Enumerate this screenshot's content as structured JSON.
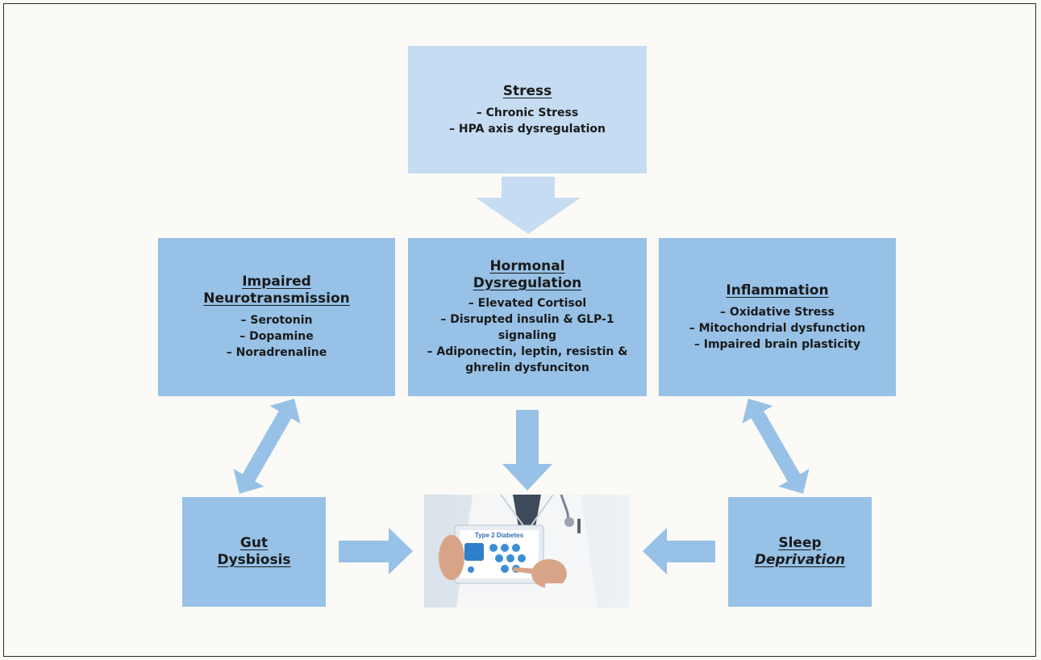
{
  "stress": {
    "title": "Stress",
    "items": [
      "– Chronic Stress",
      "– HPA axis dysregulation"
    ]
  },
  "neuro": {
    "title_line1": "Impaired",
    "title_line2": "Neurotransmission",
    "items": [
      "– Serotonin",
      "– Dopamine",
      "– Noradrenaline"
    ]
  },
  "hormonal": {
    "title_line1": "Hormonal",
    "title_line2": "Dysregulation",
    "items": [
      "– Elevated Cortisol",
      "– Disrupted insulin & GLP-1",
      "signaling",
      "– Adiponectin, leptin, resistin &",
      "ghrelin dysfunciton"
    ]
  },
  "inflammation": {
    "title": "Inflammation",
    "items": [
      "– Oxidative Stress",
      "– Mitochondrial dysfunction",
      "– Impaired brain plasticity"
    ]
  },
  "gut": {
    "title_line1": "Gut",
    "title_line2": "Dysbiosis"
  },
  "sleep": {
    "title_line1": "Sleep",
    "title_line2": "Deprivation"
  },
  "photo": {
    "tablet_label": "Type 2 Diabetes"
  },
  "colors": {
    "light_box": "#c5dcf2",
    "mid_box": "#97c1e6",
    "arrow": "#97c1e6",
    "arrow_light": "#c5dcf2"
  }
}
